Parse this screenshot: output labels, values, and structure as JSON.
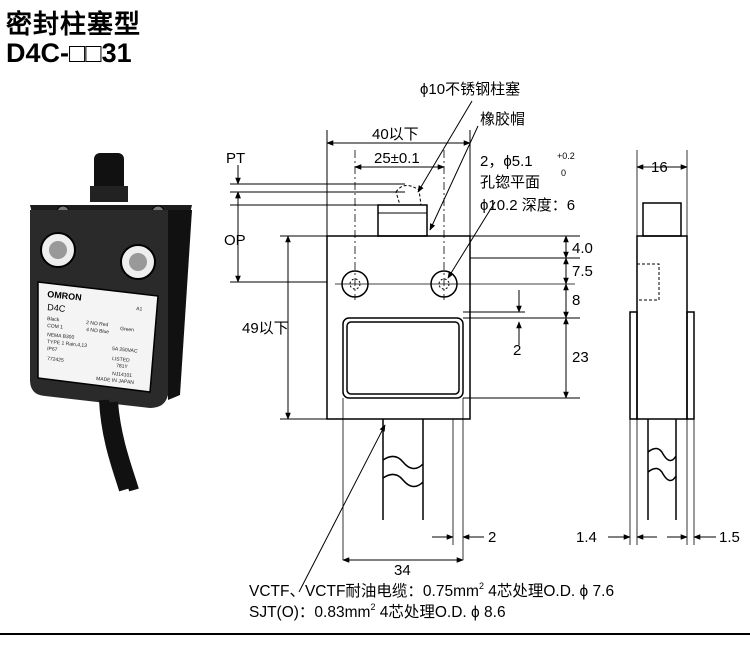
{
  "header": {
    "title": "密封柱塞型",
    "model": "D4C-□□31"
  },
  "photo": {
    "brand": "OMRON",
    "model": "D4C",
    "marking_lines": [
      "Black",
      "COM 1",
      "NEMA B300",
      "TYPE 1 Rain,4,13",
      "IP67",
      "772425"
    ],
    "wire_lines": [
      "2 NO Red",
      "4 NO Blue",
      "Green"
    ],
    "approvals": [
      "5A 250VAC",
      "LISTED",
      "781Y",
      "NJ14101"
    ],
    "origin": "MADE IN JAPAN",
    "corner_mark": "A1"
  },
  "labels": {
    "plunger": "ϕ10不锈钢柱塞",
    "rubber_cap": "橡胶帽",
    "width_max": "40以下",
    "pitch": "25±0.1",
    "hole_qty": "2，ϕ5.1",
    "hole_tol_upper": "+0.2",
    "hole_tol_lower": "0",
    "spotface": "孔锪平面",
    "spotface_depth": "ϕ10.2 深度：6",
    "pt": "PT",
    "op": "OP",
    "height_max": "49以下",
    "dim_4": "4.0",
    "dim_7_5": "7.5",
    "dim_8": "8",
    "dim_23": "23",
    "dim_2_left": "2",
    "dim_34": "34",
    "dim_2_bottom": "2",
    "dim_16": "16",
    "dim_1_4": "1.4",
    "dim_1_5": "1.5"
  },
  "notes": {
    "cable_1_pre": "VCTF、VCTF耐油电缆：0.75mm",
    "cable_1_sup": "2",
    "cable_1_post": " 4芯处理O.D. ϕ 7.6",
    "cable_2_pre": "SJT(O)：0.83mm",
    "cable_2_sup": "2",
    "cable_2_post": " 4芯处理O.D. ϕ 8.6"
  }
}
